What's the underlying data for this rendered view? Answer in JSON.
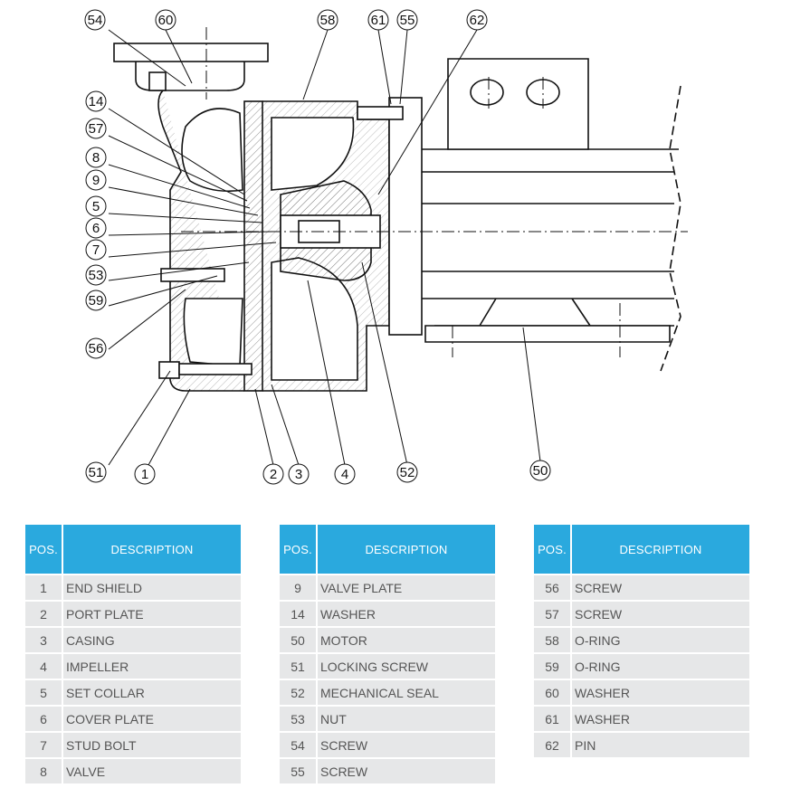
{
  "callouts": [
    "54",
    "60",
    "58",
    "61",
    "55",
    "62",
    "14",
    "57",
    "8",
    "9",
    "5",
    "6",
    "7",
    "53",
    "59",
    "56",
    "51",
    "1",
    "2",
    "3",
    "4",
    "52",
    "50"
  ],
  "table_header": {
    "pos": "POS.",
    "description": "DESCRIPTION"
  },
  "tables": [
    [
      {
        "pos": "1",
        "desc": "END SHIELD"
      },
      {
        "pos": "2",
        "desc": "PORT PLATE"
      },
      {
        "pos": "3",
        "desc": "CASING"
      },
      {
        "pos": "4",
        "desc": "IMPELLER"
      },
      {
        "pos": "5",
        "desc": "SET COLLAR"
      },
      {
        "pos": "6",
        "desc": "COVER PLATE"
      },
      {
        "pos": "7",
        "desc": "STUD BOLT"
      },
      {
        "pos": "8",
        "desc": "VALVE"
      }
    ],
    [
      {
        "pos": "9",
        "desc": "VALVE PLATE"
      },
      {
        "pos": "14",
        "desc": "WASHER"
      },
      {
        "pos": "50",
        "desc": "MOTOR"
      },
      {
        "pos": "51",
        "desc": "LOCKING SCREW"
      },
      {
        "pos": "52",
        "desc": "MECHANICAL SEAL"
      },
      {
        "pos": "53",
        "desc": "NUT"
      },
      {
        "pos": "54",
        "desc": "SCREW"
      },
      {
        "pos": "55",
        "desc": "SCREW"
      }
    ],
    [
      {
        "pos": "56",
        "desc": "SCREW"
      },
      {
        "pos": "57",
        "desc": "SCREW"
      },
      {
        "pos": "58",
        "desc": "O-RING"
      },
      {
        "pos": "59",
        "desc": "O-RING"
      },
      {
        "pos": "60",
        "desc": "WASHER"
      },
      {
        "pos": "61",
        "desc": "WASHER"
      },
      {
        "pos": "62",
        "desc": "PIN"
      }
    ]
  ],
  "colors": {
    "header_bg": "#2aa9de",
    "row_bg": "#e6e7e8",
    "line": "#111111"
  }
}
